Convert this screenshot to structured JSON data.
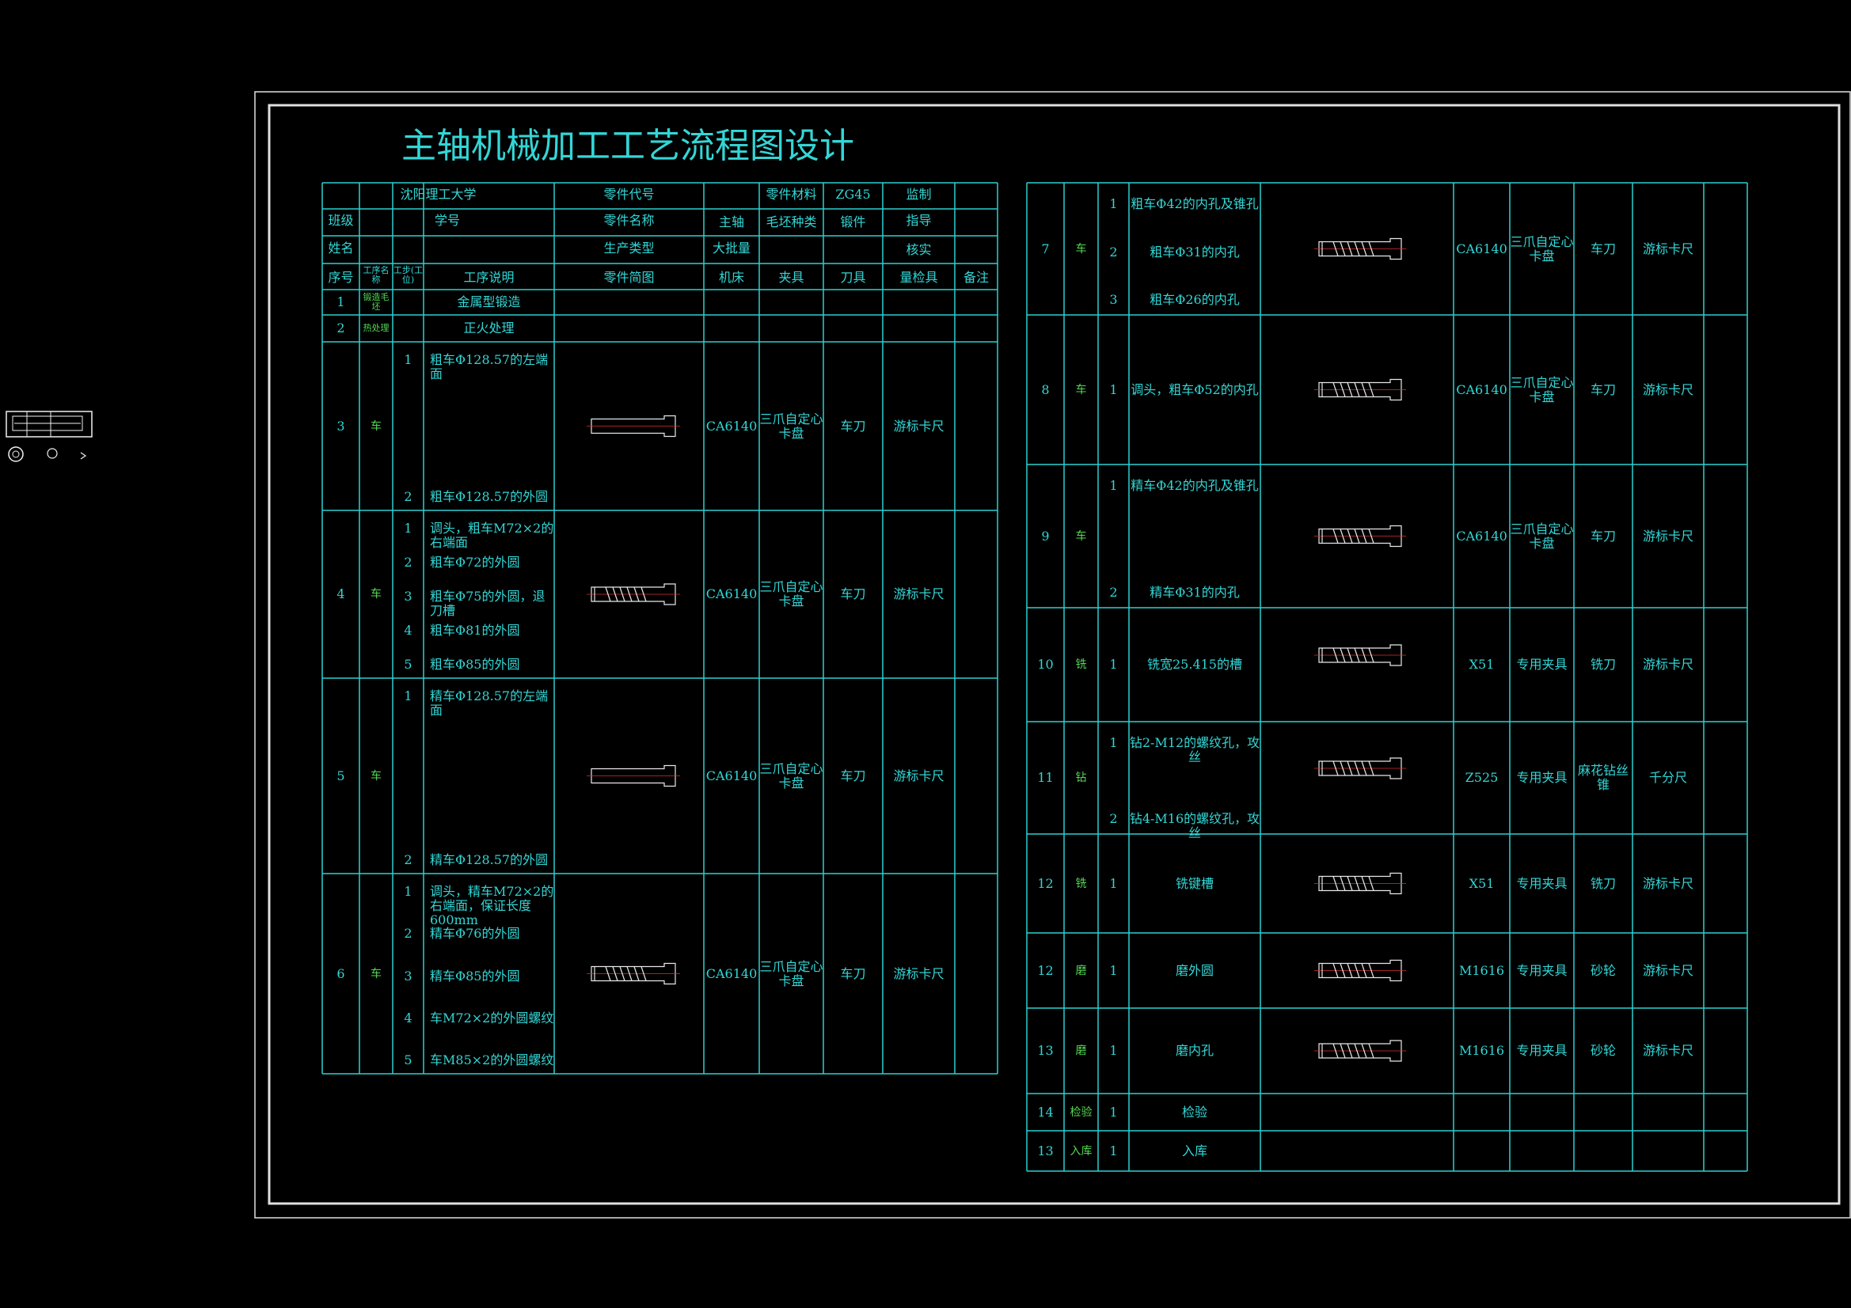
{
  "title": "主轴机械加工工艺流程图设计",
  "colors": {
    "line": "#2ccfcf",
    "text": "#33d6d6",
    "green": "#52d952",
    "white": "#e8e8e8",
    "red": "#d83030",
    "frame": "#e0e0e0"
  },
  "header": {
    "school": "沈阳理工大学",
    "class_label": "班级",
    "student_no_label": "学号",
    "name_label": "姓名",
    "part_code_label": "零件代号",
    "part_name_label": "零件名称",
    "part_name": "主轴",
    "production_type_label": "生产类型",
    "production_type": "大批量",
    "material_label": "零件材料",
    "material": "ZG45",
    "blank_type_label": "毛坯种类",
    "blank_type": "锻件",
    "drawn_label": "监制",
    "advisor_label": "指导",
    "check_label": "核实"
  },
  "columns": {
    "seq": "序号",
    "op_name": "工序名称",
    "step": "工步(工位)",
    "op_desc": "工序说明",
    "sketch": "零件简图",
    "machine": "机床",
    "fixture": "夹具",
    "tool": "刀具",
    "gauge": "量检具",
    "remark": "备注"
  },
  "left_rows": [
    {
      "seq": "1",
      "name": "锻造毛坯",
      "desc": "金属型锻造"
    },
    {
      "seq": "2",
      "name": "热处理",
      "desc": "正火处理"
    },
    {
      "seq": "3",
      "name": "车",
      "steps": [
        {
          "no": "1",
          "text": "粗车Φ128.57的左端面"
        },
        {
          "no": "2",
          "text": "粗车Φ128.57的外圆"
        }
      ],
      "machine": "CA6140",
      "fixture": "三爪自定心卡盘",
      "tool": "车刀",
      "gauge": "游标卡尺"
    },
    {
      "seq": "4",
      "name": "车",
      "steps": [
        {
          "no": "1",
          "text": "调头，粗车M72×2的右端面"
        },
        {
          "no": "2",
          "text": "粗车Φ72的外圆"
        },
        {
          "no": "3",
          "text": "粗车Φ75的外圆，退刀槽"
        },
        {
          "no": "4",
          "text": "粗车Φ81的外圆"
        },
        {
          "no": "5",
          "text": "粗车Φ85的外圆"
        }
      ],
      "machine": "CA6140",
      "fixture": "三爪自定心卡盘",
      "tool": "车刀",
      "gauge": "游标卡尺"
    },
    {
      "seq": "5",
      "name": "车",
      "steps": [
        {
          "no": "1",
          "text": "精车Φ128.57的左端面"
        },
        {
          "no": "2",
          "text": "精车Φ128.57的外圆"
        }
      ],
      "machine": "CA6140",
      "fixture": "三爪自定心卡盘",
      "tool": "车刀",
      "gauge": "游标卡尺"
    },
    {
      "seq": "6",
      "name": "车",
      "steps": [
        {
          "no": "1",
          "text": "调头，精车M72×2的右端面，保证长度600mm"
        },
        {
          "no": "2",
          "text": "精车Φ76的外圆"
        },
        {
          "no": "3",
          "text": "精车Φ85的外圆"
        },
        {
          "no": "4",
          "text": "车M72×2的外圆螺纹"
        },
        {
          "no": "5",
          "text": "车M85×2的外圆螺纹"
        }
      ],
      "machine": "CA6140",
      "fixture": "三爪自定心卡盘",
      "tool": "车刀",
      "gauge": "游标卡尺"
    }
  ],
  "right_rows": [
    {
      "seq": "7",
      "name": "车",
      "steps": [
        {
          "no": "1",
          "text": "粗车Φ42的内孔及锥孔"
        },
        {
          "no": "2",
          "text": "粗车Φ31的内孔"
        },
        {
          "no": "3",
          "text": "粗车Φ26的内孔"
        }
      ],
      "machine": "CA6140",
      "fixture": "三爪自定心卡盘",
      "tool": "车刀",
      "gauge": "游标卡尺"
    },
    {
      "seq": "8",
      "name": "车",
      "steps": [
        {
          "no": "1",
          "text": "调头，粗车Φ52的内孔"
        }
      ],
      "machine": "CA6140",
      "fixture": "三爪自定心卡盘",
      "tool": "车刀",
      "gauge": "游标卡尺"
    },
    {
      "seq": "9",
      "name": "车",
      "steps": [
        {
          "no": "1",
          "text": "精车Φ42的内孔及锥孔"
        },
        {
          "no": "2",
          "text": "精车Φ31的内孔"
        }
      ],
      "machine": "CA6140",
      "fixture": "三爪自定心卡盘",
      "tool": "车刀",
      "gauge": "游标卡尺"
    },
    {
      "seq": "10",
      "name": "铣",
      "steps": [
        {
          "no": "1",
          "text": "铣宽25.415的槽"
        }
      ],
      "machine": "X51",
      "fixture": "专用夹具",
      "tool": "铣刀",
      "gauge": "游标卡尺"
    },
    {
      "seq": "11",
      "name": "钻",
      "steps": [
        {
          "no": "1",
          "text": "钻2-M12的螺纹孔，攻丝"
        },
        {
          "no": "2",
          "text": "钻4-M16的螺纹孔，攻丝"
        }
      ],
      "machine": "Z525",
      "fixture": "专用夹具",
      "tool": "麻花钻丝锥",
      "gauge": "千分尺"
    },
    {
      "seq": "12",
      "name": "铣",
      "steps": [
        {
          "no": "1",
          "text": "铣键槽"
        }
      ],
      "machine": "X51",
      "fixture": "专用夹具",
      "tool": "铣刀",
      "gauge": "游标卡尺"
    },
    {
      "seq": "12",
      "name": "磨",
      "steps": [
        {
          "no": "1",
          "text": "磨外圆"
        }
      ],
      "machine": "M1616",
      "fixture": "专用夹具",
      "tool": "砂轮",
      "gauge": "游标卡尺"
    },
    {
      "seq": "13",
      "name": "磨",
      "steps": [
        {
          "no": "1",
          "text": "磨内孔"
        }
      ],
      "machine": "M1616",
      "fixture": "专用夹具",
      "tool": "砂轮",
      "gauge": "游标卡尺"
    },
    {
      "seq": "14",
      "name": "检验",
      "steps": [
        {
          "no": "1",
          "text": "检验"
        }
      ]
    },
    {
      "seq": "13",
      "name": "入库",
      "steps": [
        {
          "no": "1",
          "text": "入库"
        }
      ]
    }
  ]
}
